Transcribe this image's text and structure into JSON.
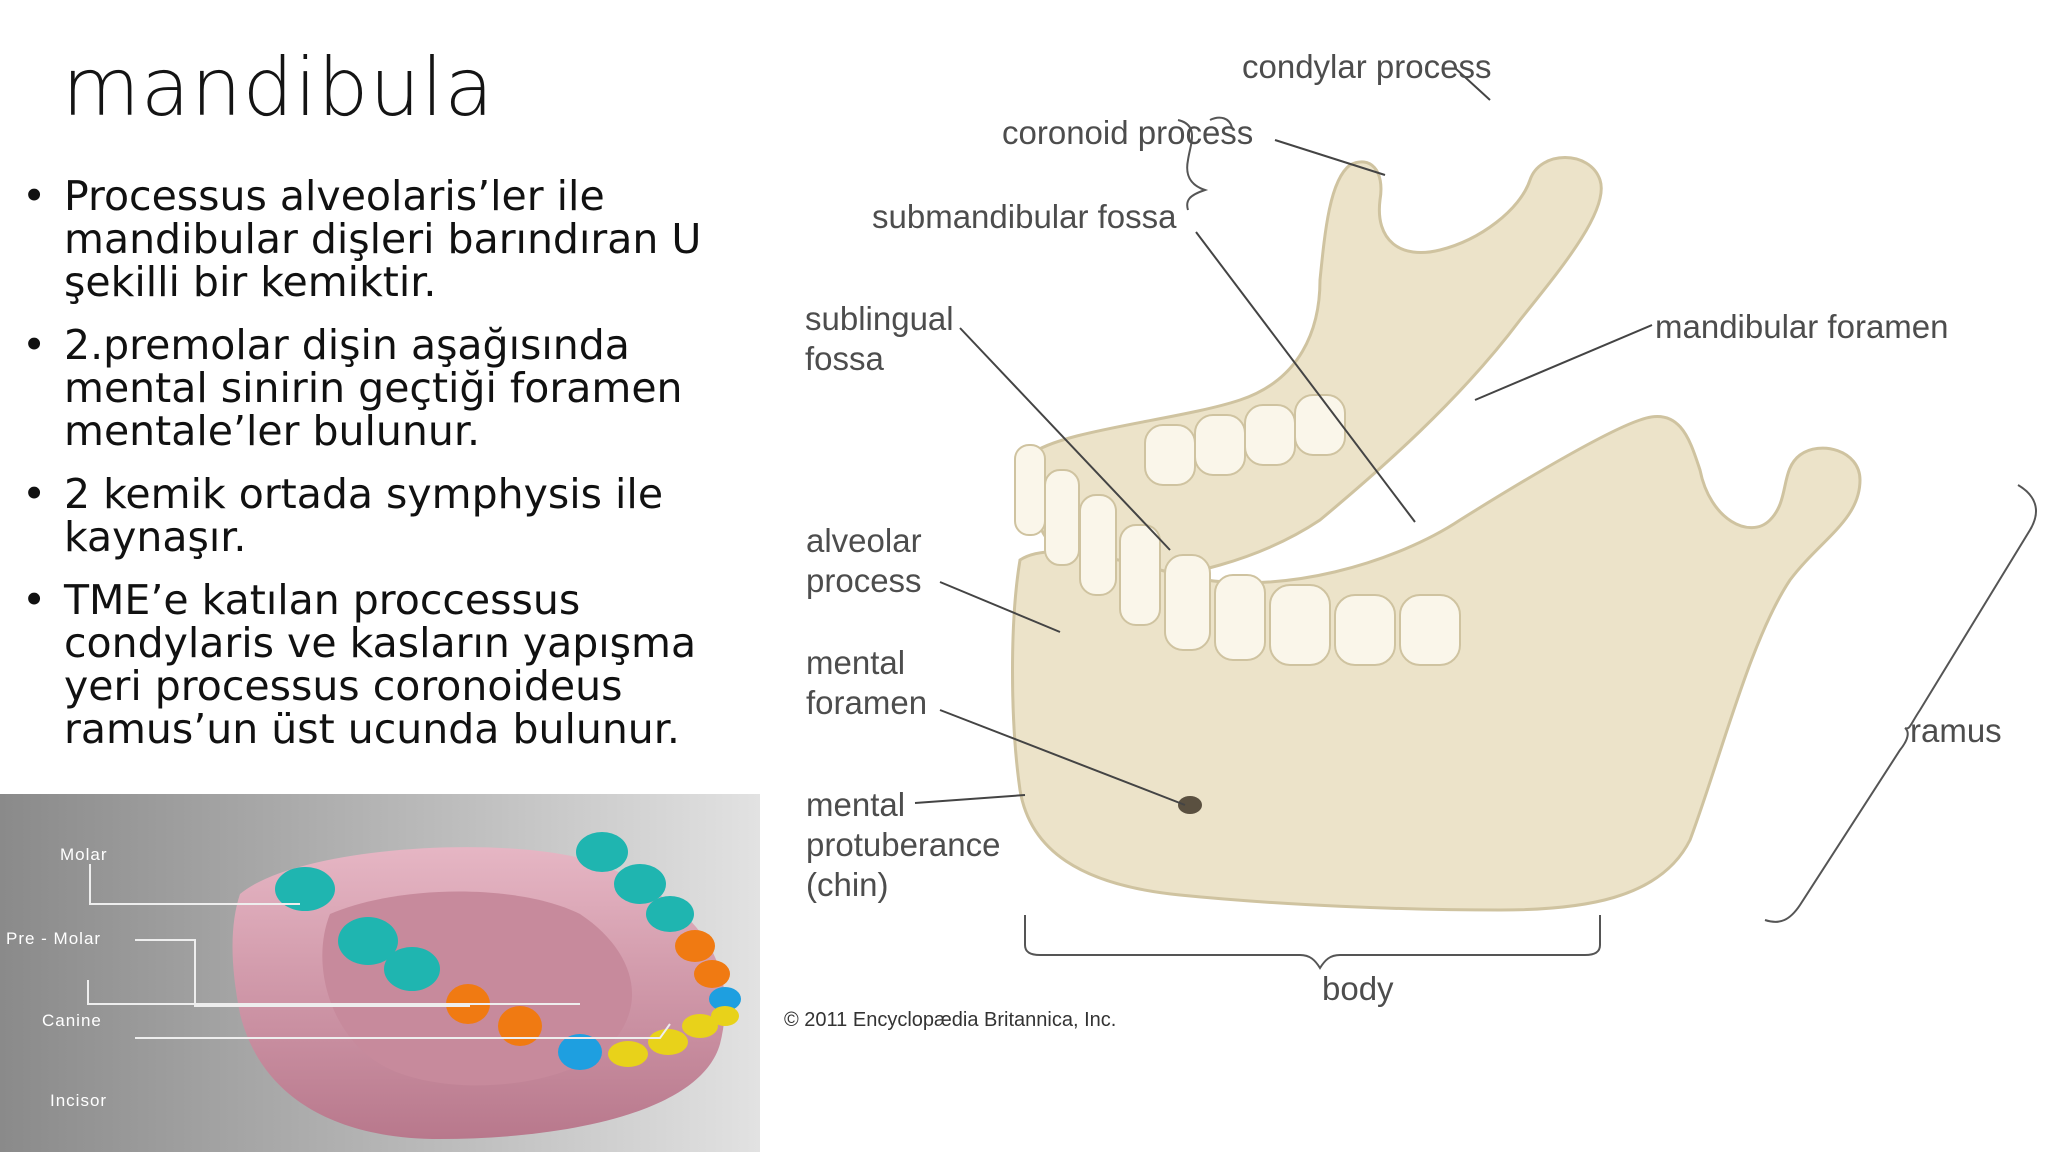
{
  "slide": {
    "title": "mandibula",
    "bullets": [
      "Processus alveolaris’ler ile mandibular dişleri barındıran U şekilli bir kemiktir.",
      "2.premolar dişin aşağısında mental sinirin geçtiği foramen mentale’ler bulunur.",
      "2 kemik ortada symphysis ile kaynaşır.",
      "TME’e katılan proccessus condylaris ve kasların yapışma yeri processus coronoideus ramus’un üst ucunda bulunur."
    ]
  },
  "teeth_image": {
    "labels": {
      "molar": "Molar",
      "premolar": "Pre - Molar",
      "canine": "Canine",
      "incisor": "Incisor"
    },
    "colors": {
      "molar": "#1fb5b0",
      "premolar": "#f07a12",
      "canine": "#1e9fe0",
      "incisor": "#e8d21a",
      "gum": "#d8a0b0"
    }
  },
  "jaw_diagram": {
    "labels": {
      "condylar_process": "condylar process",
      "coronoid_process": "coronoid process",
      "submandibular_fossa": "submandibular fossa",
      "sublingual_fossa_1": "sublingual",
      "sublingual_fossa_2": "fossa",
      "mandibular_foramen": "mandibular foramen",
      "alveolar_process_1": "alveolar",
      "alveolar_process_2": "process",
      "mental_foramen_1": "mental",
      "mental_foramen_2": "foramen",
      "mental_protuberance_1": "mental",
      "mental_protuberance_2": "protuberance",
      "mental_protuberance_3": "(chin)",
      "ramus": "ramus",
      "body": "body"
    },
    "copyright": "© 2011 Encyclopædia Britannica, Inc.",
    "colors": {
      "bone": "#ece3c9",
      "bone_shadow": "#cfc3a0",
      "tooth": "#faf6ea",
      "leader": "#444444"
    }
  }
}
